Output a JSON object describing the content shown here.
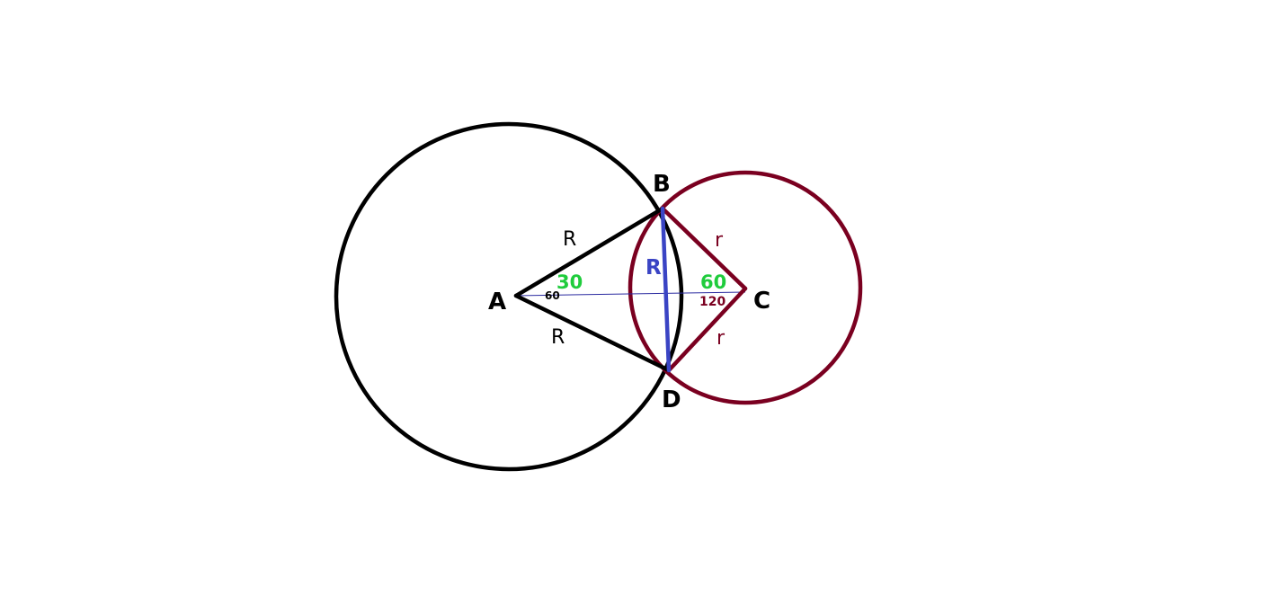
{
  "points": {
    "A": "A",
    "B": "B",
    "C": "C",
    "D": "D"
  },
  "sides": {
    "AB": "R",
    "AD": "R",
    "BD": "R",
    "CB": "r",
    "CD": "r"
  },
  "angles": {
    "at_A_half": "30",
    "at_A_full": "60",
    "at_C_half": "60",
    "at_C_full": "120"
  },
  "colors": {
    "large_circle": "#000000",
    "small_circle": "#7a0020",
    "chord_BD": "#3a44c4",
    "center_line": "#2a2aa0",
    "angle_green": "#1fcc3c",
    "point_labels": "#000000"
  }
}
